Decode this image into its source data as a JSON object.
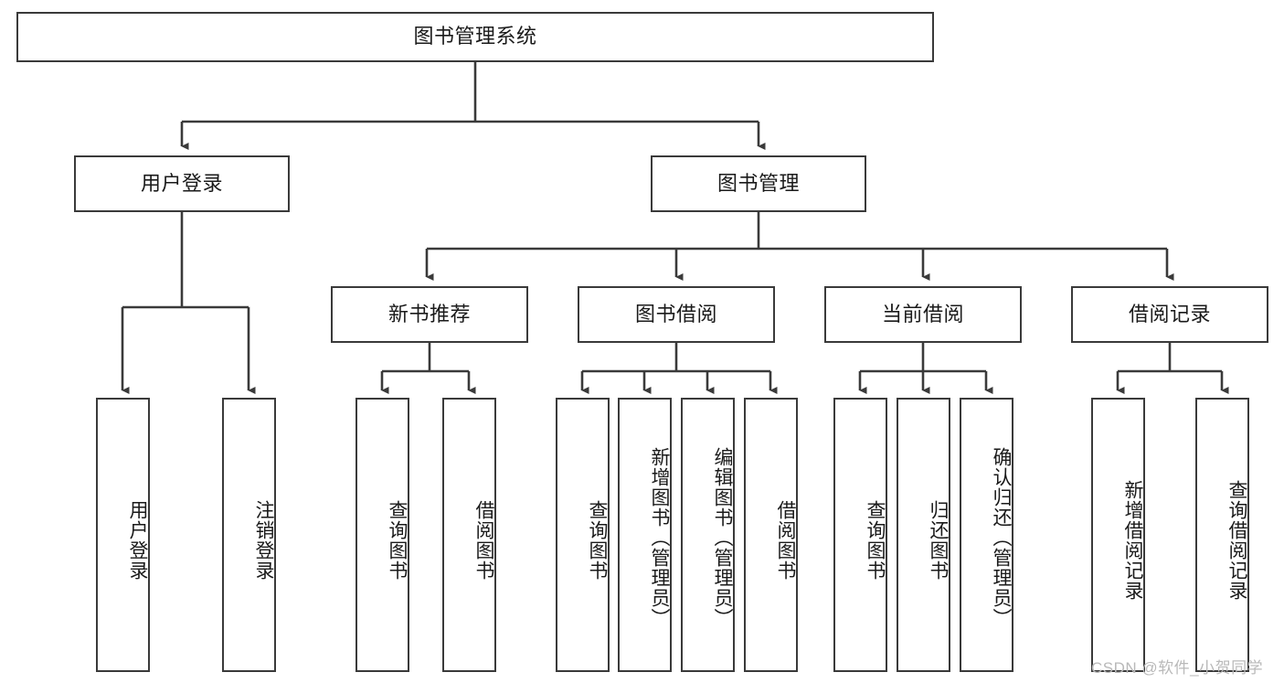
{
  "diagram": {
    "title": "图书管理系统",
    "type": "hierarchy-tree",
    "watermark": "CSDN @软件_小贺同学",
    "colors": {
      "stroke": "#3a3a3a",
      "fill": "#ffffff",
      "text": "#1a1a1a",
      "watermark": "#b9b9b9"
    },
    "nodes": {
      "root": {
        "label": "图书管理系统",
        "level": 1
      },
      "l2": [
        {
          "id": "user-login",
          "label": "用户登录",
          "level": 2
        },
        {
          "id": "book-manage",
          "label": "图书管理",
          "level": 2
        }
      ],
      "l3": [
        {
          "id": "new-book-rec",
          "label": "新书推荐",
          "level": 3
        },
        {
          "id": "book-borrow",
          "label": "图书借阅",
          "level": 3
        },
        {
          "id": "current-borrow",
          "label": "当前借阅",
          "level": 3
        },
        {
          "id": "borrow-record",
          "label": "借阅记录",
          "level": 3
        }
      ],
      "l4": [
        {
          "id": "leaf-user-login",
          "label": "用户登录",
          "parent": "user-login"
        },
        {
          "id": "leaf-logout",
          "label": "注销登录",
          "parent": "user-login"
        },
        {
          "id": "leaf-query-book-1",
          "label": "查询图书",
          "parent": "new-book-rec"
        },
        {
          "id": "leaf-borrow-book-1",
          "label": "借阅图书",
          "parent": "new-book-rec"
        },
        {
          "id": "leaf-query-book-2",
          "label": "查询图书",
          "parent": "book-borrow"
        },
        {
          "id": "leaf-add-book",
          "label": "新增图书（管理员）",
          "parent": "book-borrow"
        },
        {
          "id": "leaf-edit-book",
          "label": "编辑图书（管理员）",
          "parent": "book-borrow"
        },
        {
          "id": "leaf-borrow-book-2",
          "label": "借阅图书",
          "parent": "book-borrow"
        },
        {
          "id": "leaf-query-book-3",
          "label": "查询图书",
          "parent": "current-borrow"
        },
        {
          "id": "leaf-return-book",
          "label": "归还图书",
          "parent": "current-borrow"
        },
        {
          "id": "leaf-confirm-return",
          "label": "确认归还（管理员）",
          "parent": "current-borrow"
        },
        {
          "id": "leaf-add-record",
          "label": "新增借阅记录",
          "parent": "borrow-record"
        },
        {
          "id": "leaf-query-record",
          "label": "查询借阅记录",
          "parent": "borrow-record"
        }
      ]
    }
  }
}
